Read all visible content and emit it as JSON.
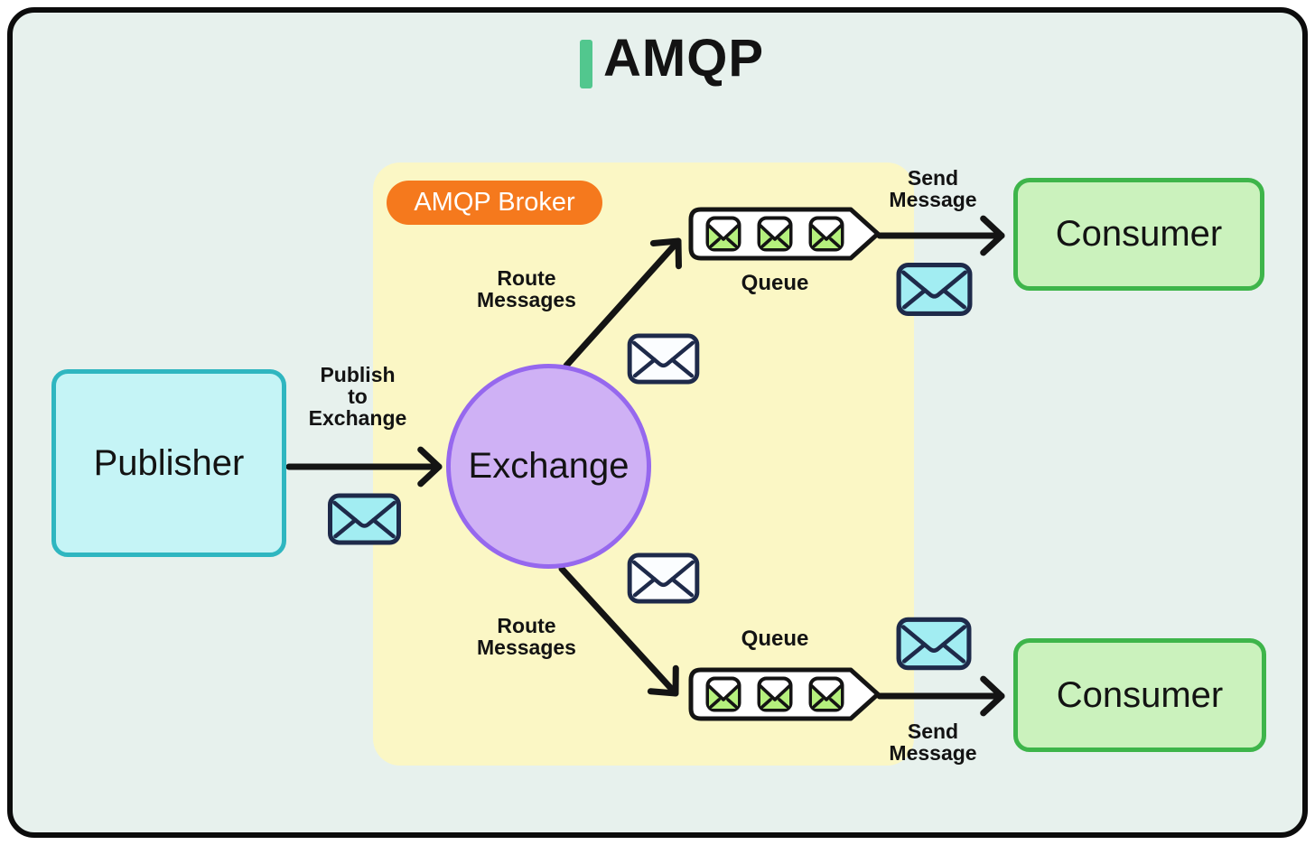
{
  "title": "AMQP",
  "broker_badge": "AMQP Broker",
  "nodes": {
    "publisher": "Publisher",
    "exchange": "Exchange",
    "consumer_top": "Consumer",
    "consumer_bottom": "Consumer"
  },
  "queues": {
    "top_label": "Queue",
    "bottom_label": "Queue",
    "messages_per_queue": 3
  },
  "edge_labels": {
    "publish": "Publish\nto\nExchange",
    "route_top": "Route\nMessages",
    "route_bottom": "Route\nMessages",
    "send_top": "Send\nMessage",
    "send_bottom": "Send\nMessage"
  },
  "colors": {
    "background": "#e7f1ed",
    "outer_border": "#0c0c0c",
    "broker_panel": "#fbf7c5",
    "broker_badge": "#f5791d",
    "publisher_fill": "#c5f4f6",
    "publisher_border": "#2fb6c0",
    "exchange_fill": "#cfb1f5",
    "exchange_border": "#9668ee",
    "consumer_fill": "#cbf2bd",
    "consumer_border": "#3eb54a",
    "queue_fill": "#ffffff",
    "queue_border": "#141414",
    "envelope_cyan": "#a2edf2",
    "envelope_white": "#fbfdff",
    "envelope_green": "#b5f07d",
    "envelope_outline": "#1e2a4a",
    "arrow": "#141414",
    "title_accent": "#52c78e"
  }
}
